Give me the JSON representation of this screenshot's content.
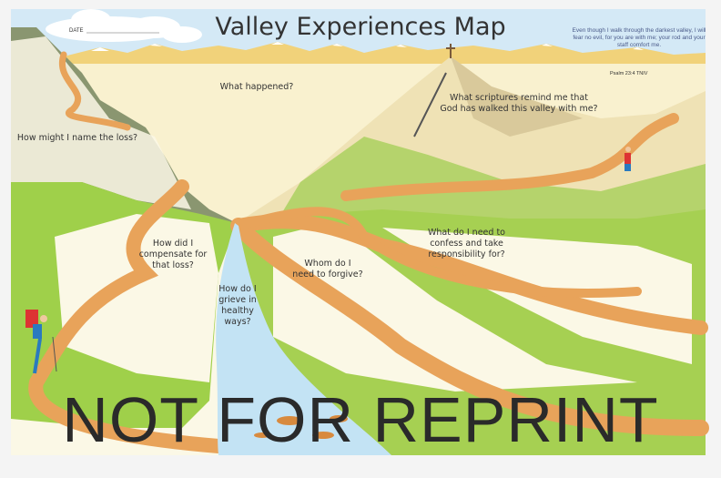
{
  "title": "Valley Experiences Map",
  "date_label": "DATE",
  "verse": {
    "text": "Even though I walk through the darkest valley, I will fear no evil, for you are with me; your rod and your staff comfort me.",
    "reference": "Psalm 23:4 TNIV"
  },
  "questions": {
    "what_happened": "What happened?",
    "scriptures": "What scriptures remind me that\nGod has walked this valley with me?",
    "name_loss": "How might I name the loss?",
    "compensate": "How did I\ncompensate for\nthat loss?",
    "confess": "What do I need to\nconfess and take\nresponsibility for?",
    "forgive": "Whom do I\nneed to forgive?",
    "grieve": "How do I\ngrieve in\nhealthy\nways?"
  },
  "watermark": "NOT FOR REPRINT",
  "colors": {
    "sky": "#cfe6f5",
    "valley": "#f8f3d6",
    "grass": "#8cc63f",
    "path": "#e9a25a",
    "river": "#bfe0f2",
    "cliff": "#6e7a55"
  }
}
